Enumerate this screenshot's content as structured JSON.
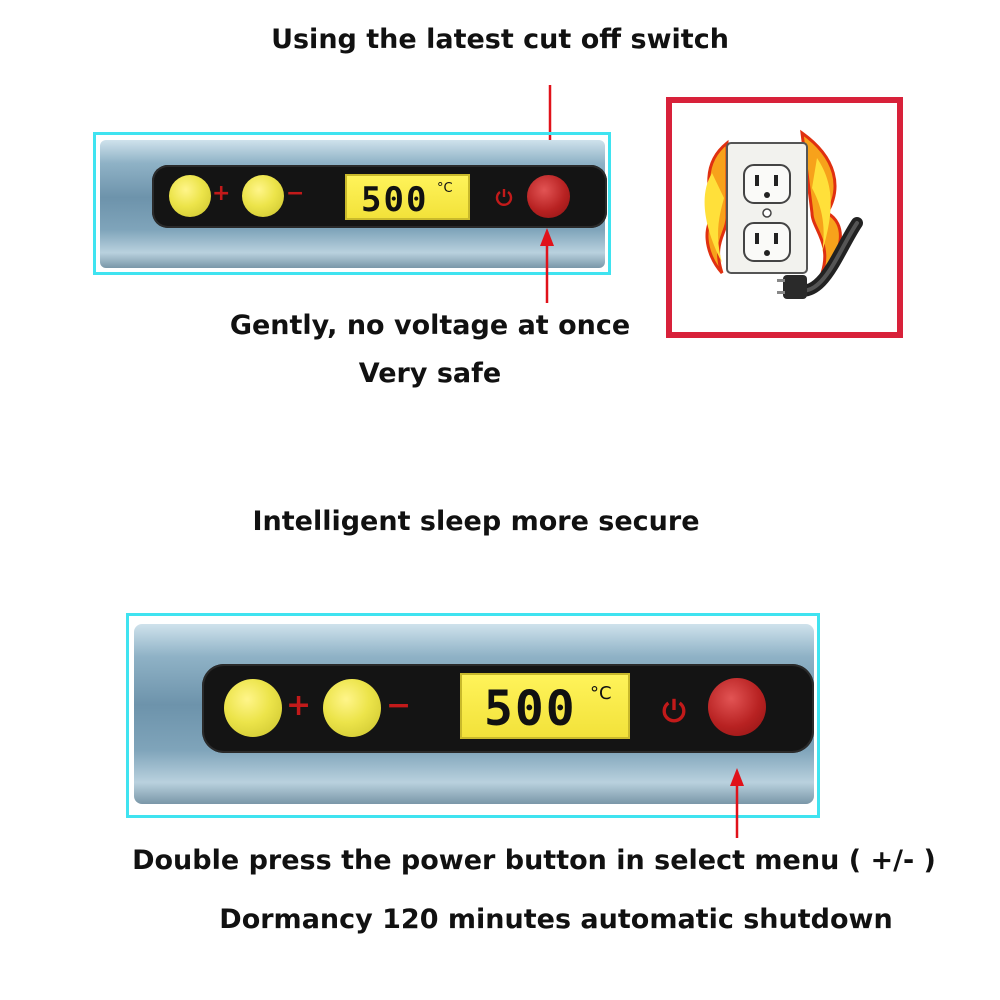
{
  "top": {
    "caption": "Using the latest cut off switch",
    "note_line1": "Gently, no voltage at once",
    "note_line2": "Very safe",
    "display": {
      "value": "500",
      "unit": "°C"
    },
    "plus_symbol": "+",
    "minus_symbol": "−"
  },
  "bottom": {
    "caption": "Intelligent sleep more secure",
    "note_line1": "Double press the power button in select menu ( +/- )",
    "note_line2": "Dormancy 120 minutes automatic shutdown",
    "display": {
      "value": "500",
      "unit": "°C"
    },
    "plus_symbol": "+",
    "minus_symbol": "−"
  },
  "colors": {
    "frame": "#3fe3f0",
    "arrow": "#e0121a",
    "outlet_border": "#d8213a"
  },
  "icons": [
    "power-icon",
    "wall-outlet-fire-icon",
    "plug-icon",
    "arrow-icon"
  ]
}
